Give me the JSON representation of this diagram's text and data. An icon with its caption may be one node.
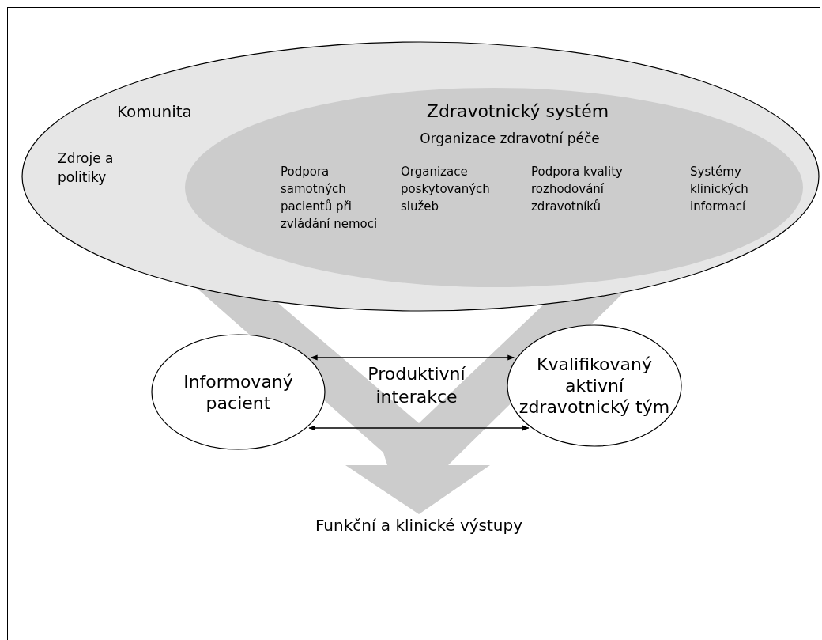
{
  "diagram": {
    "nodes": [
      {
        "text": [
          "Komunita",
          "Zdroje a politiky"
        ]
      },
      {
        "text": [
          "Zdravotnický systém",
          "Organizace zdravotní péče",
          "Podpora samotných pacientů při zvládání nemoci",
          "Organizace poskytovaných služeb",
          "Podpora kvality rozhodování zdravotníků",
          "Systémy klinických informací"
        ],
        "in": 0
      },
      {
        "text": [
          "Informovaný pacient"
        ]
      },
      {
        "text": [
          "Kvalifikovaný aktivní zdravotnický tým"
        ]
      },
      {
        "text": [
          "Funkční a klinické výstupy"
        ]
      }
    ],
    "edges": [
      {
        "from": 0,
        "to": 4,
        "arrow": "to",
        "style": "thick",
        "color": "#cccccc"
      },
      {
        "from": 2,
        "to": 3,
        "arrow": "both"
      },
      {
        "from": 2,
        "to": 3,
        "arrow": "both"
      }
    ],
    "labels": [
      "Produktivní interakce"
    ]
  }
}
